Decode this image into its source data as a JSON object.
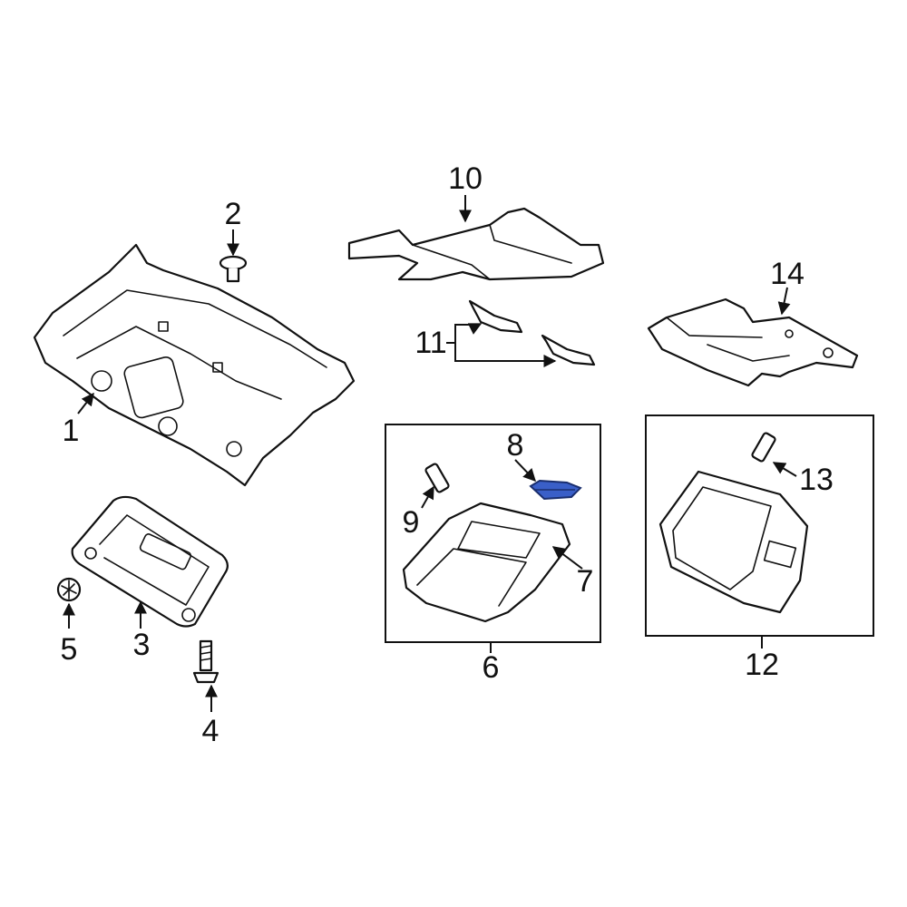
{
  "diagram": {
    "callouts": [
      {
        "id": "1",
        "label": "1"
      },
      {
        "id": "2",
        "label": "2"
      },
      {
        "id": "3",
        "label": "3"
      },
      {
        "id": "4",
        "label": "4"
      },
      {
        "id": "5",
        "label": "5"
      },
      {
        "id": "6",
        "label": "6"
      },
      {
        "id": "7",
        "label": "7"
      },
      {
        "id": "8",
        "label": "8"
      },
      {
        "id": "9",
        "label": "9"
      },
      {
        "id": "10",
        "label": "10"
      },
      {
        "id": "11",
        "label": "11"
      },
      {
        "id": "12",
        "label": "12"
      },
      {
        "id": "13",
        "label": "13"
      },
      {
        "id": "14",
        "label": "14"
      }
    ],
    "colors": {
      "line": "#111111",
      "background": "#ffffff",
      "highlight_fill": "#3a5fc8",
      "highlight_stroke": "#1a2e6e"
    },
    "highlighted_part": "8"
  }
}
